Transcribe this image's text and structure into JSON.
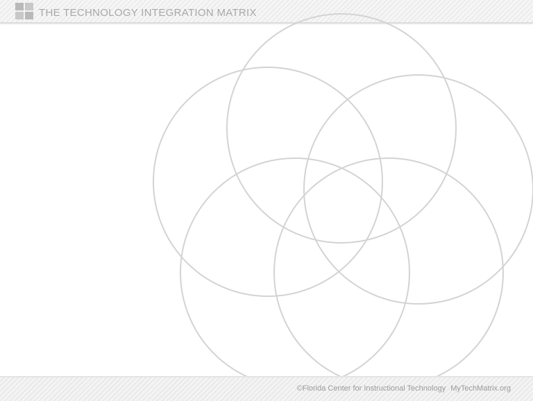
{
  "header": {
    "title": "THE TECHNOLOGY INTEGRATION MATRIX",
    "logo_icon": "grid-matrix-logo-icon"
  },
  "footer": {
    "copyright": "©Florida Center for Instructional Technology",
    "site": "MyTechMatrix.org"
  },
  "colors": {
    "header_text": "#a8a8a8",
    "footer_text": "#9a9a9a",
    "ring_stroke": "#d3d3d3"
  }
}
